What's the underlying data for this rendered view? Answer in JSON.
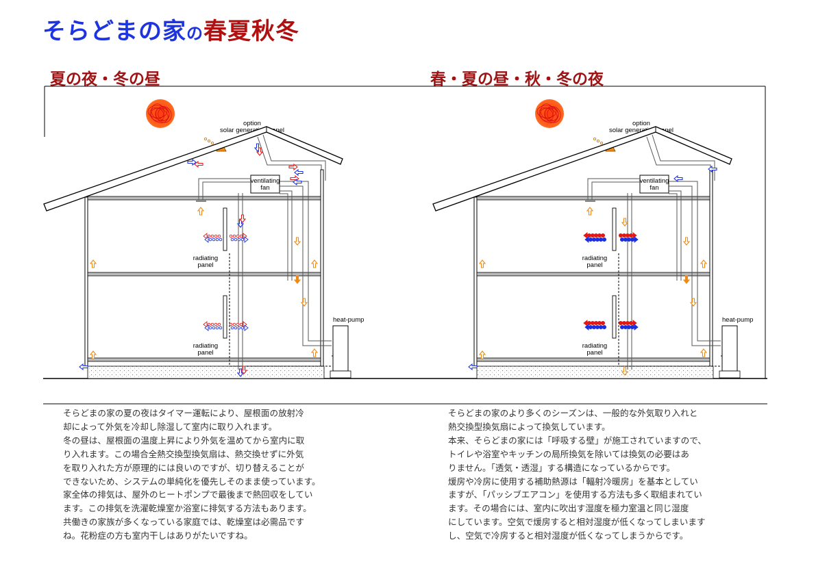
{
  "title": {
    "part1": "そらどまの家",
    "part2": "の",
    "part3": "春夏秋冬"
  },
  "left": {
    "subtitle": "夏の夜・冬の昼",
    "labels": {
      "solar": [
        "option",
        "solar generation panel"
      ],
      "fan": [
        "ventilating",
        "fan"
      ],
      "panel_upper": [
        "radiating",
        "panel"
      ],
      "panel_lower": [
        "radiating",
        "panel"
      ],
      "heatpump": "heat-pump"
    },
    "paragraph": [
      "そらどまの家の夏の夜はタイマー運転により、屋根面の放射冷",
      "却によって外気を冷却し除湿して室内に取り入れます。",
      "冬の昼は、屋根面の温度上昇により外気を温めてから室内に取",
      "り入れます。この場合全熱交換型換気扇は、熱交換せずに外気",
      "を取り入れた方が原理的には良いのですが、切り替えることが",
      "できないため、システムの単純化を優先しそのまま使っています。",
      "家全体の排気は、屋外のヒートポンプで最後まで熱回収をしてい",
      "ます。この排気を洗濯乾燥室か浴室に排気する方法もあります。",
      "共働きの家族が多くなっている家庭では、乾燥室は必需品です",
      "ね。花粉症の方も室内干しはありがたいですね。"
    ]
  },
  "right": {
    "subtitle": "春・夏の昼・秋・冬の夜",
    "labels": {
      "solar": [
        "option",
        "solar generation panel"
      ],
      "fan": [
        "ventilating",
        "fan"
      ],
      "panel_upper": [
        "radiating",
        "panel"
      ],
      "panel_lower": [
        "radiating",
        "panel"
      ],
      "heatpump": "heat-pump"
    },
    "paragraph": [
      "そらどまの家のより多くのシーズンは、一般的な外気取り入れと",
      "熱交換型換気扇によって換気しています。",
      "本来、そらどまの家には「呼吸する壁」が施工されていますので、",
      "トイレや浴室やキッチンの局所換気を除いては換気の必要はあ",
      "りません。「透気・透湿」する構造になっているからです。",
      "煖房や冷房に使用する補助熱源は「輻射冷暖房」を基本としてい",
      "ますが、「パッシブエアコン」を使用する方法も多く取組まれてい",
      "ます。その場合には、室内に吹出す湿度を極力室温と同じ湿度",
      "にしています。空気で煖房すると相対湿度が低くなってしまいます",
      "し、空気で冷房すると相対湿度が低くなってしまうからです。"
    ]
  },
  "colors": {
    "title_blue": "#1d34e0",
    "title_red": "#b01010",
    "subtitle": "#9e1414",
    "warm": "#f08a14",
    "hot": "#e01818",
    "cool": "#1830e0"
  }
}
